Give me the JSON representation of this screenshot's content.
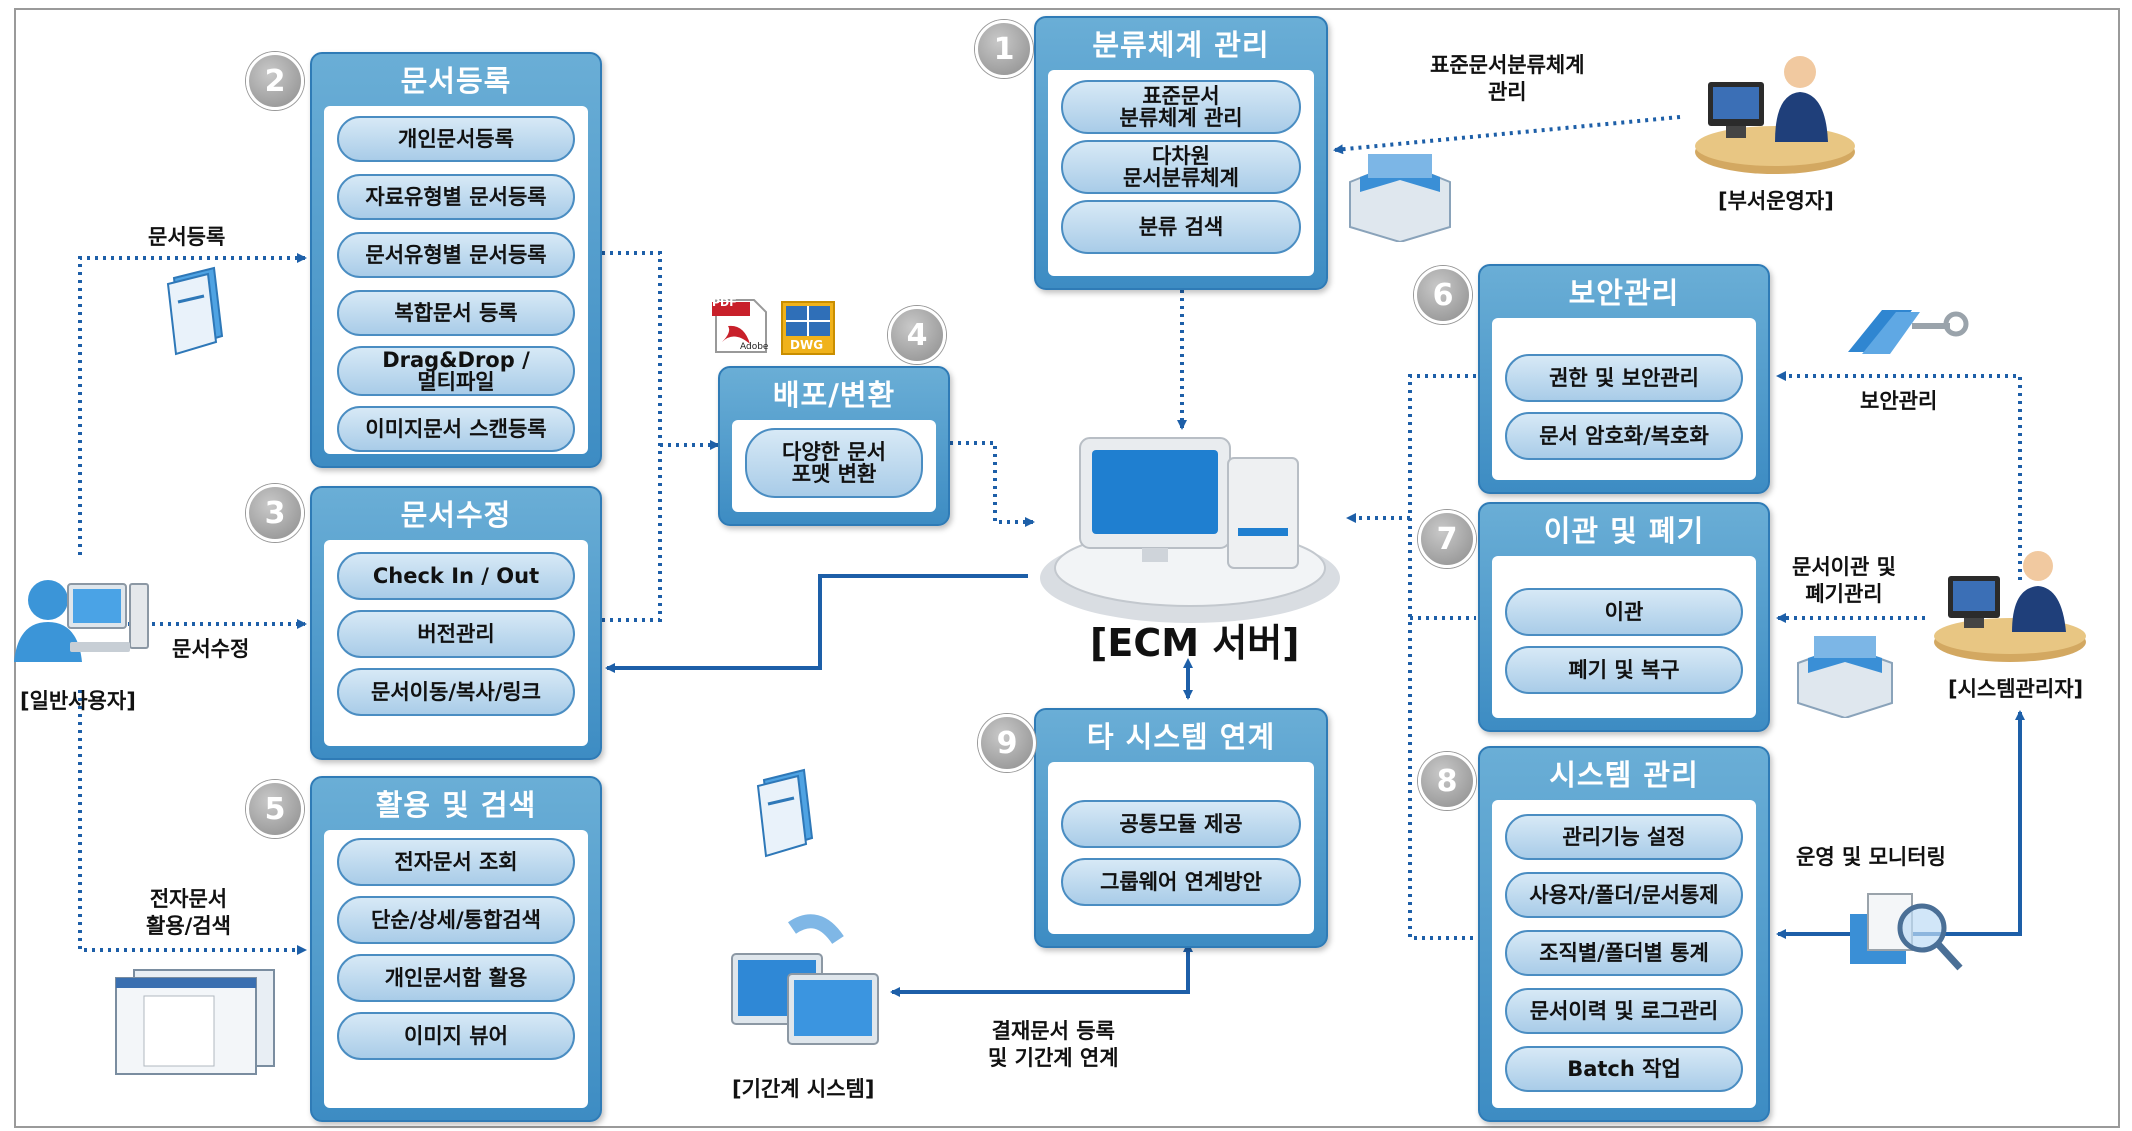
{
  "badges": [
    "1",
    "2",
    "3",
    "4",
    "5",
    "6",
    "7",
    "8",
    "9"
  ],
  "panels": {
    "classification": {
      "title": "분류체계 관리",
      "items": [
        "표준문서\n분류체계 관리",
        "다차원\n문서분류체계",
        "분류 검색"
      ]
    },
    "registration": {
      "title": "문서등록",
      "items": [
        "개인문서등록",
        "자료유형별 문서등록",
        "문서유형별 문서등록",
        "복합문서 등록",
        "Drag&Drop /\n멀티파일",
        "이미지문서 스캔등록"
      ]
    },
    "modification": {
      "title": "문서수정",
      "items": [
        "Check In / Out",
        "버전관리",
        "문서이동/복사/링크"
      ]
    },
    "distribution": {
      "title": "배포/변환",
      "items": [
        "다양한 문서\n포맷 변환"
      ]
    },
    "utilization": {
      "title": "활용 및 검색",
      "items": [
        "전자문서 조회",
        "단순/상세/통합검색",
        "개인문서함 활용",
        "이미지 뷰어"
      ]
    },
    "security": {
      "title": "보안관리",
      "items": [
        "권한 및 보안관리",
        "문서 암호화/복호화"
      ]
    },
    "transfer": {
      "title": "이관 및 폐기",
      "items": [
        "이관",
        "폐기 및 복구"
      ]
    },
    "system": {
      "title": "시스템 관리",
      "items": [
        "관리기능 설정",
        "사용자/폴더/문서통제",
        "조직별/폴더별 통계",
        "문서이력 및 로그관리",
        "Batch 작업"
      ]
    },
    "integration": {
      "title": "타 시스템 연계",
      "items": [
        "공통모듈 제공",
        "그룹웨어 연계방안"
      ]
    }
  },
  "labels": {
    "ecm_server": "[ECM 서버]",
    "general_user": "[일반사용자]",
    "dept_operator": "[부서운영자]",
    "sys_admin": "[시스템관리자]",
    "legacy_system": "[기간계 시스템]",
    "doc_register": "문서등록",
    "doc_modify": "문서수정",
    "edoc_use": "전자문서\n활용/검색",
    "std_class": "표준문서분류체계\n관리",
    "security_mgmt": "보안관리",
    "transfer_mgmt": "문서이관 및\n폐기관리",
    "ops_monitor": "운영 및 모니터링",
    "approval": "결재문서 등록\n및 기간계 연계",
    "pdf_tag": "PDF",
    "adobe_tag": "Adobe",
    "dwg_tag": "DWG"
  },
  "colors": {
    "panel": "#4a96cc",
    "pill": "#b9d7ee",
    "badge": "#9a9a9a",
    "connector": "#1d5fa8"
  }
}
